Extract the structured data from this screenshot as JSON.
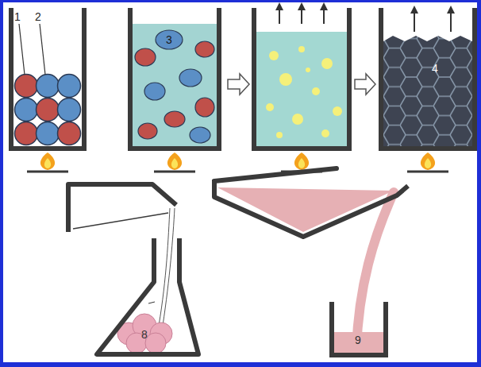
{
  "diagram": {
    "labels": [
      "1",
      "2",
      "3",
      "4",
      "8",
      "9"
    ]
  }
}
